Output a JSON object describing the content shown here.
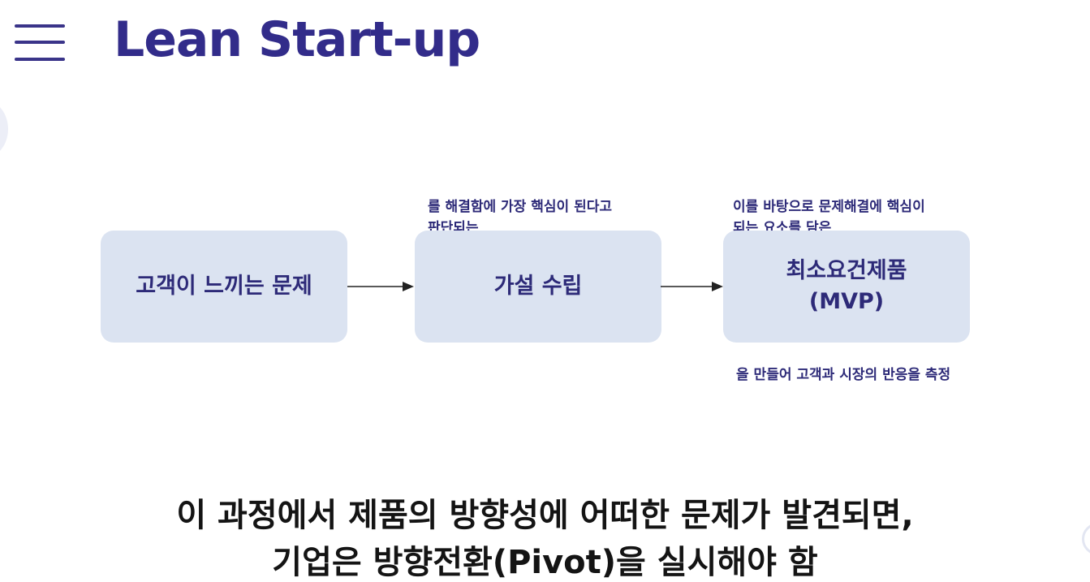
{
  "header": {
    "title": "Lean Start-up"
  },
  "flow": {
    "boxes": [
      {
        "label": "고객이 느끼는 문제"
      },
      {
        "label": "가설 수립"
      },
      {
        "label": "최소요건제품\n(MVP)"
      }
    ],
    "annotations": [
      {
        "text": "를 해결함에 가장 핵심이 된다고\n판단되는"
      },
      {
        "text": "이를 바탕으로 문제해결에 핵심이\n되는 요소를 담은"
      },
      {
        "text": "을 만들어 고객과 시장의 반응을 측정"
      }
    ]
  },
  "conclusion": {
    "line1": "이 과정에서 제품의 방향성에 어떠한 문제가 발견되면,",
    "line2": "기업은 방향전환(Pivot)을 실시해야 함"
  },
  "colors": {
    "title": "#322c8a",
    "box_fill": "#dbe3f1",
    "box_text": "#2d2a78",
    "arrow": "#222222"
  },
  "icons": {
    "menu": "hamburger-menu-icon"
  }
}
